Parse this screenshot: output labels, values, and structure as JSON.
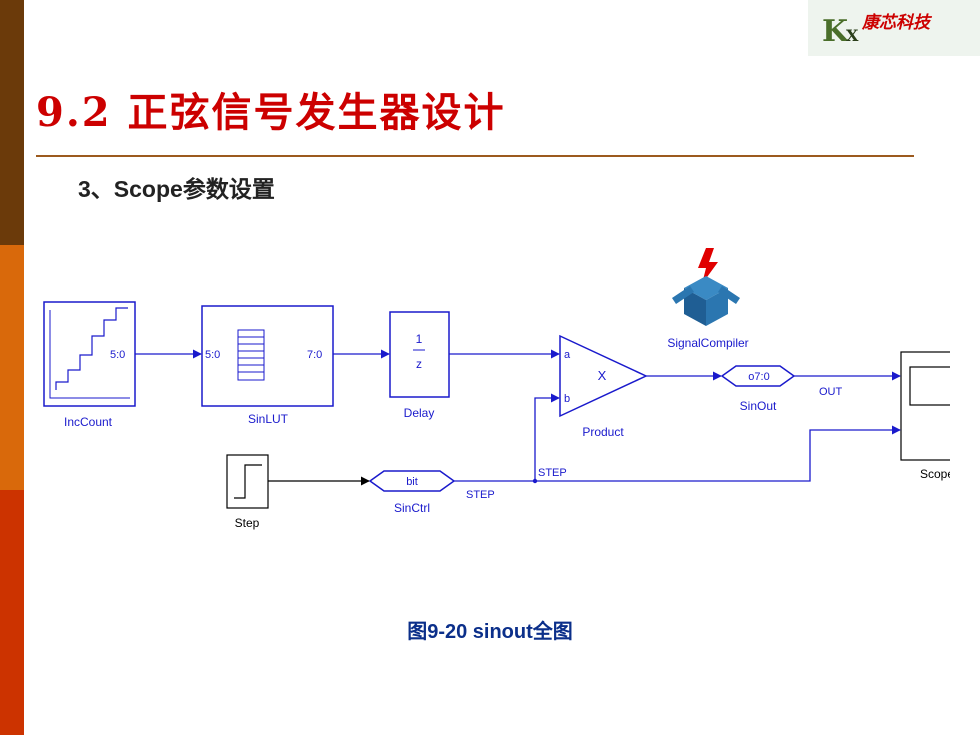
{
  "slide": {
    "title": "9.2 正弦信号发生器设计",
    "subtitle": "3、Scope参数设置",
    "caption": "图9-20 sinout全图",
    "logo": {
      "letter": "K",
      "sub": "X",
      "text": "康芯科技"
    }
  },
  "diagram": {
    "blocks": {
      "inccount": {
        "label": "IncCount",
        "port_out": "5:0"
      },
      "sinlut": {
        "label": "SinLUT",
        "port_in": "5:0",
        "port_out": "7:0"
      },
      "delay": {
        "label": "Delay",
        "num": "1",
        "den": "z"
      },
      "product": {
        "label": "Product",
        "port_a": "a",
        "port_b": "b",
        "symbol": "X"
      },
      "signalcompiler": {
        "label": "SignalCompiler"
      },
      "sinout": {
        "label": "SinOut",
        "type": "o7:0"
      },
      "scope": {
        "label": "Scope"
      },
      "step": {
        "label": "Step"
      },
      "sinctrl": {
        "label": "SinCtrl",
        "type": "bit"
      }
    },
    "signals": {
      "out": "OUT",
      "step_a": "STEP",
      "step_b": "STEP"
    }
  },
  "colors": {
    "title": "#cc0000",
    "block": "#1a1acc",
    "caption": "#0b2f8a",
    "rule": "#9c5a1e"
  }
}
